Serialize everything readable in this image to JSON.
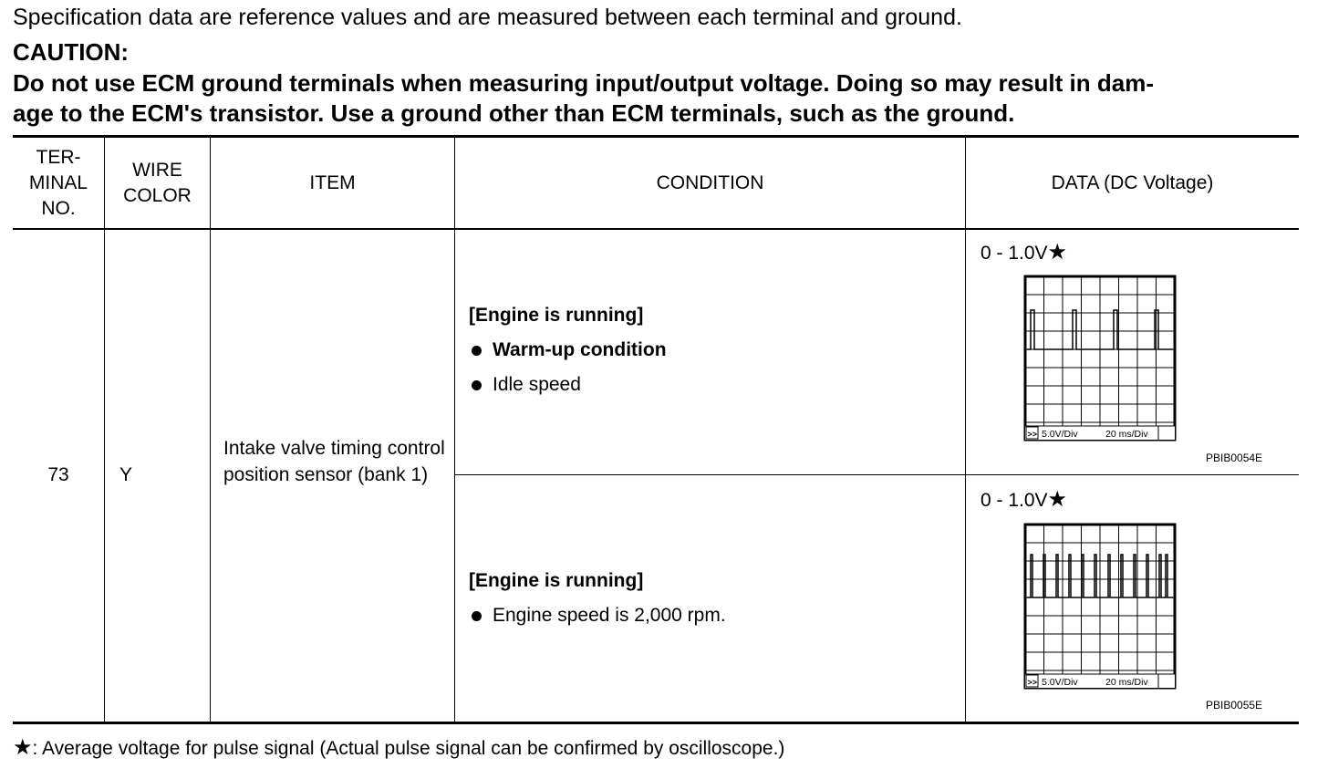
{
  "intro_text": "Specification data are reference values and are measured between each terminal and ground.",
  "caution": {
    "heading": "CAUTION:",
    "line1": "Do not use ECM ground terminals when measuring input/output voltage. Doing so may result in dam-",
    "line2": "age to the ECM's transistor. Use a ground other than ECM terminals, such as the ground."
  },
  "table": {
    "headers": {
      "terminal_no": "TER-\nMINAL\nNO.",
      "wire_color": "WIRE\nCOLOR",
      "item": "ITEM",
      "condition": "CONDITION",
      "data": "DATA (DC Voltage)"
    },
    "row": {
      "terminal": "73",
      "wire_color": "Y",
      "item": "Intake valve timing control position sensor (bank 1)",
      "conditions": [
        {
          "title": "[Engine is running]",
          "bullet_1": "Warm-up condition",
          "bullet_2": "Idle speed",
          "voltage": "0 - 1.0V",
          "star": "★",
          "scope_volt_div": "5.0V/Div",
          "scope_time_div": "20 ms/Div",
          "scope_arrow": ">>",
          "figure_code": "PBIB0054E"
        },
        {
          "title": "[Engine is running]",
          "bullet_1": "Engine speed is 2,000 rpm.",
          "voltage": "0 - 1.0V",
          "star": "★",
          "scope_volt_div": "5.0V/Div",
          "scope_time_div": "20 ms/Div",
          "scope_arrow": ">>",
          "figure_code": "PBIB0055E"
        }
      ]
    }
  },
  "footnote": {
    "star": "★",
    "text": ": Average voltage for pulse signal (Actual pulse signal can be confirmed by oscilloscope.)"
  }
}
